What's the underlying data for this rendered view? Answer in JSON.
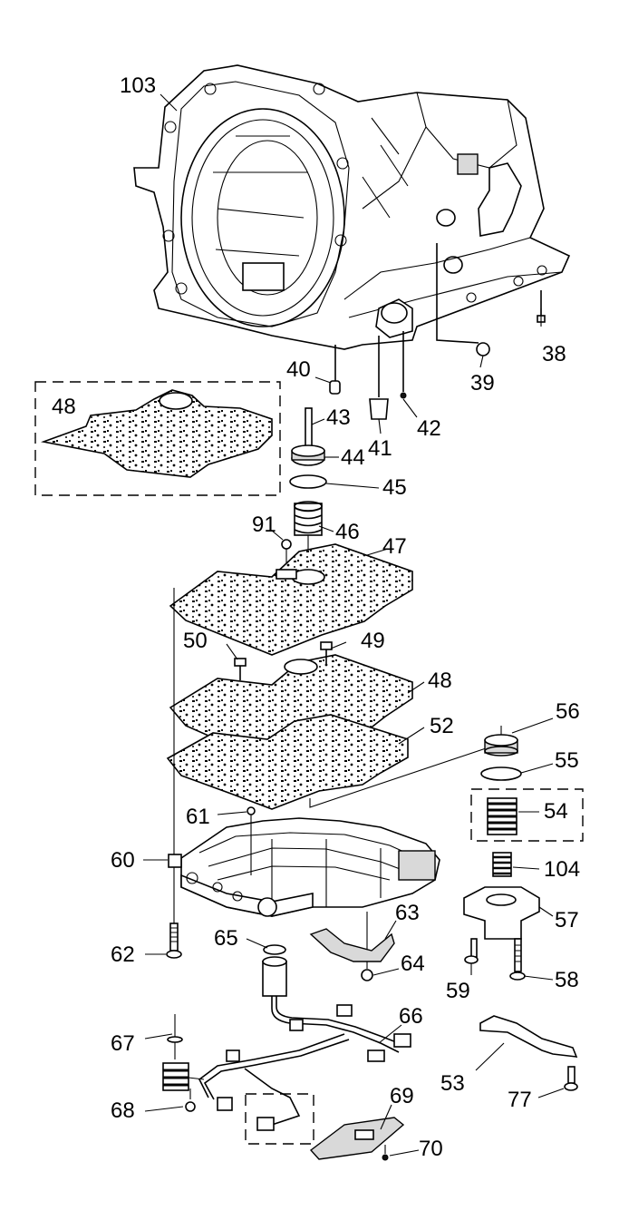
{
  "callouts": [
    {
      "id": "c103",
      "text": "103"
    },
    {
      "id": "c38",
      "text": "38"
    },
    {
      "id": "c39",
      "text": "39"
    },
    {
      "id": "c40",
      "text": "40"
    },
    {
      "id": "c41",
      "text": "41"
    },
    {
      "id": "c42",
      "text": "42"
    },
    {
      "id": "c43",
      "text": "43"
    },
    {
      "id": "c44",
      "text": "44"
    },
    {
      "id": "c45",
      "text": "45"
    },
    {
      "id": "c46",
      "text": "46"
    },
    {
      "id": "c47",
      "text": "47"
    },
    {
      "id": "c48a",
      "text": "48"
    },
    {
      "id": "c48b",
      "text": "48"
    },
    {
      "id": "c49",
      "text": "49"
    },
    {
      "id": "c50",
      "text": "50"
    },
    {
      "id": "c52",
      "text": "52"
    },
    {
      "id": "c53",
      "text": "53"
    },
    {
      "id": "c54",
      "text": "54"
    },
    {
      "id": "c55",
      "text": "55"
    },
    {
      "id": "c56",
      "text": "56"
    },
    {
      "id": "c57",
      "text": "57"
    },
    {
      "id": "c58",
      "text": "58"
    },
    {
      "id": "c59",
      "text": "59"
    },
    {
      "id": "c60",
      "text": "60"
    },
    {
      "id": "c61",
      "text": "61"
    },
    {
      "id": "c62",
      "text": "62"
    },
    {
      "id": "c63",
      "text": "63"
    },
    {
      "id": "c64",
      "text": "64"
    },
    {
      "id": "c65",
      "text": "65"
    },
    {
      "id": "c66",
      "text": "66"
    },
    {
      "id": "c67",
      "text": "67"
    },
    {
      "id": "c68",
      "text": "68"
    },
    {
      "id": "c69",
      "text": "69"
    },
    {
      "id": "c70",
      "text": "70"
    },
    {
      "id": "c77",
      "text": "77"
    },
    {
      "id": "c91",
      "text": "91"
    },
    {
      "id": "c104",
      "text": "104"
    }
  ]
}
